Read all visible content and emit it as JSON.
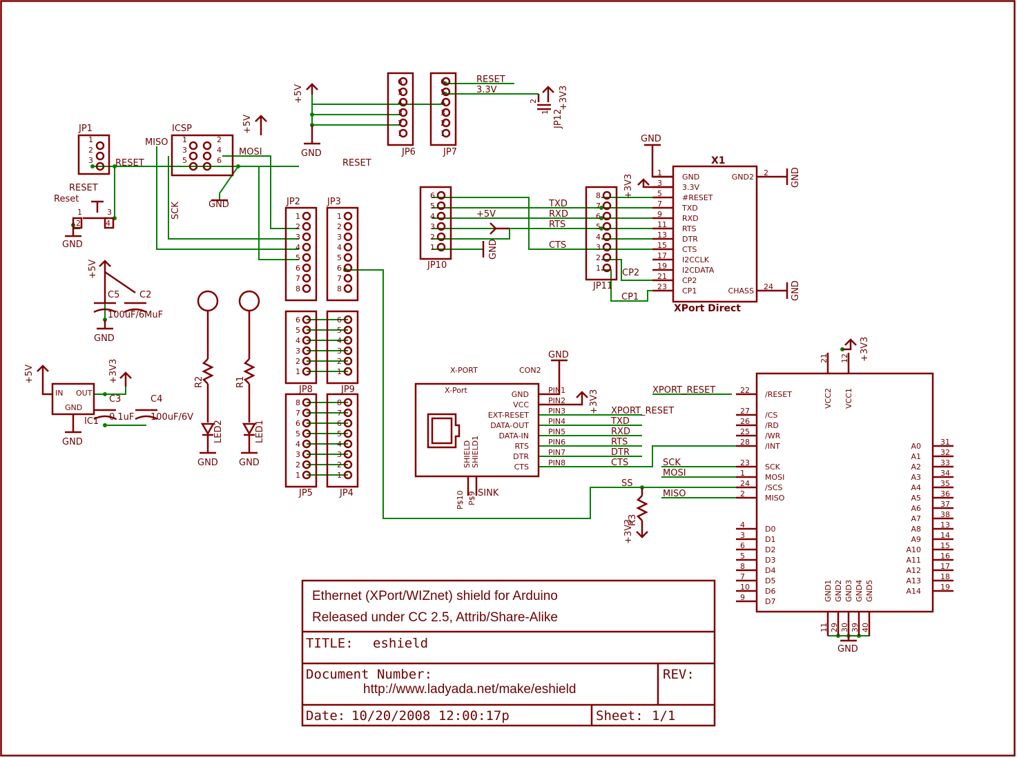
{
  "colors": {
    "symbol": "#800000",
    "wire": "#008000",
    "text": "#6e0000",
    "background": "#ffffff"
  },
  "parts": {
    "jp1": "JP1",
    "icsp": "ICSP",
    "jp2": "JP2",
    "jp3": "JP3",
    "jp4": "JP4",
    "jp5": "JP5",
    "jp6": "JP6",
    "jp7": "JP7",
    "jp8": "JP8",
    "jp9": "JP9",
    "jp10": "JP10",
    "jp11": "JP11",
    "jp12": "JP12",
    "x1": "X1",
    "xport_direct": "XPort Direct",
    "xport_label": "X-PORT",
    "con2": "CON2",
    "xport_name": "X-Port",
    "c2": "C2",
    "c3": "C3",
    "c4": "C4",
    "c5": "C5",
    "r1": "R1",
    "r2": "R2",
    "r3": "R3",
    "led1": "LED1",
    "led2": "LED2",
    "ic1": "IC1",
    "reset_switch": "RESET",
    "reset_sw_name": "Reset"
  },
  "values": {
    "c5c2": "100uF/6MuF",
    "c3": "0.1uF",
    "c4": "100uF/6V"
  },
  "nets": {
    "gnd": "GND",
    "p5v": "+5V",
    "p3v3": "+3V3",
    "reset": "RESET",
    "v33": "3.3V",
    "miso": "MISO",
    "mosi": "MOSI",
    "sck": "SCK",
    "txd": "TXD",
    "rxd": "RXD",
    "rts": "RTS",
    "cts": "CTS",
    "dtr": "DTR",
    "cp1": "CP1",
    "cp2": "CP2",
    "ss": "SS",
    "xport_reset": "XPORT_RESET",
    "sink": "SINK",
    "p10": "P$10",
    "p9": "P$9",
    "in": "IN",
    "out": "OUT",
    "shield": "SHIELD",
    "shield1": "SHIELD1"
  },
  "x1_pins_left": [
    {
      "num": "1",
      "name": "GND"
    },
    {
      "num": "3",
      "name": "3.3V"
    },
    {
      "num": "5",
      "name": "#RESET"
    },
    {
      "num": "7",
      "name": "TXD"
    },
    {
      "num": "9",
      "name": "RXD"
    },
    {
      "num": "11",
      "name": "RTS"
    },
    {
      "num": "13",
      "name": "DTR"
    },
    {
      "num": "15",
      "name": "CTS"
    },
    {
      "num": "17",
      "name": "I2CCLK"
    },
    {
      "num": "19",
      "name": "I2CDATA"
    },
    {
      "num": "21",
      "name": "CP2"
    },
    {
      "num": "23",
      "name": "CP1"
    }
  ],
  "x1_pins_right": [
    {
      "num": "2",
      "name": "GND2"
    },
    {
      "num": "24",
      "name": "CHASS"
    }
  ],
  "xport_pins": [
    {
      "pin": "PIN1",
      "name": "GND"
    },
    {
      "pin": "PIN2",
      "name": "VCC"
    },
    {
      "pin": "PIN3",
      "name": "EXT-RESET"
    },
    {
      "pin": "PIN4",
      "name": "DATA-OUT"
    },
    {
      "pin": "PIN5",
      "name": "DATA-IN"
    },
    {
      "pin": "PIN6",
      "name": "RTS"
    },
    {
      "pin": "PIN7",
      "name": "DTR"
    },
    {
      "pin": "PIN8",
      "name": "CTS"
    }
  ],
  "wiz_left_top": [
    {
      "num": "22",
      "name": "/RESET"
    },
    {
      "num": "27",
      "name": "/CS"
    },
    {
      "num": "26",
      "name": "/RD"
    },
    {
      "num": "25",
      "name": "/WR"
    },
    {
      "num": "28",
      "name": "/INT"
    },
    {
      "num": "23",
      "name": "SCK"
    },
    {
      "num": "1",
      "name": "MOSI"
    },
    {
      "num": "24",
      "name": "/SCS"
    },
    {
      "num": "2",
      "name": "MISO"
    }
  ],
  "wiz_left_data": [
    {
      "num": "4",
      "name": "D0"
    },
    {
      "num": "3",
      "name": "D1"
    },
    {
      "num": "6",
      "name": "D2"
    },
    {
      "num": "5",
      "name": "D3"
    },
    {
      "num": "8",
      "name": "D4"
    },
    {
      "num": "7",
      "name": "D5"
    },
    {
      "num": "10",
      "name": "D6"
    },
    {
      "num": "9",
      "name": "D7"
    }
  ],
  "wiz_right": [
    {
      "num": "31",
      "name": "A0"
    },
    {
      "num": "32",
      "name": "A1"
    },
    {
      "num": "33",
      "name": "A2"
    },
    {
      "num": "34",
      "name": "A3"
    },
    {
      "num": "35",
      "name": "A4"
    },
    {
      "num": "36",
      "name": "A5"
    },
    {
      "num": "37",
      "name": "A6"
    },
    {
      "num": "38",
      "name": "A7"
    },
    {
      "num": "13",
      "name": "A8"
    },
    {
      "num": "14",
      "name": "A9"
    },
    {
      "num": "15",
      "name": "A10"
    },
    {
      "num": "16",
      "name": "A11"
    },
    {
      "num": "17",
      "name": "A12"
    },
    {
      "num": "18",
      "name": "A13"
    },
    {
      "num": "19",
      "name": "A14"
    }
  ],
  "wiz_top": [
    {
      "num": "21",
      "name": "VCC2"
    },
    {
      "num": "12",
      "name": "VCC1"
    }
  ],
  "wiz_bottom": [
    {
      "num": "11",
      "name": "GND1"
    },
    {
      "num": "29",
      "name": "GND2"
    },
    {
      "num": "30",
      "name": "GND3"
    },
    {
      "num": "39",
      "name": "GND4"
    },
    {
      "num": "40",
      "name": "GND5"
    }
  ],
  "title_block": {
    "line1": "Ethernet (XPort/WIZnet) shield for Arduino",
    "line2": "Released under CC 2.5, Attrib/Share-Alike",
    "title_label": "TITLE:",
    "title_value": "eshield",
    "doc_label": "Document Number:",
    "doc_value": "http://www.ladyada.net/make/eshield",
    "rev_label": "REV:",
    "date_label": "Date:",
    "date_value": "10/20/2008 12:00:17p",
    "sheet_label": "Sheet:",
    "sheet_value": "1/1"
  }
}
